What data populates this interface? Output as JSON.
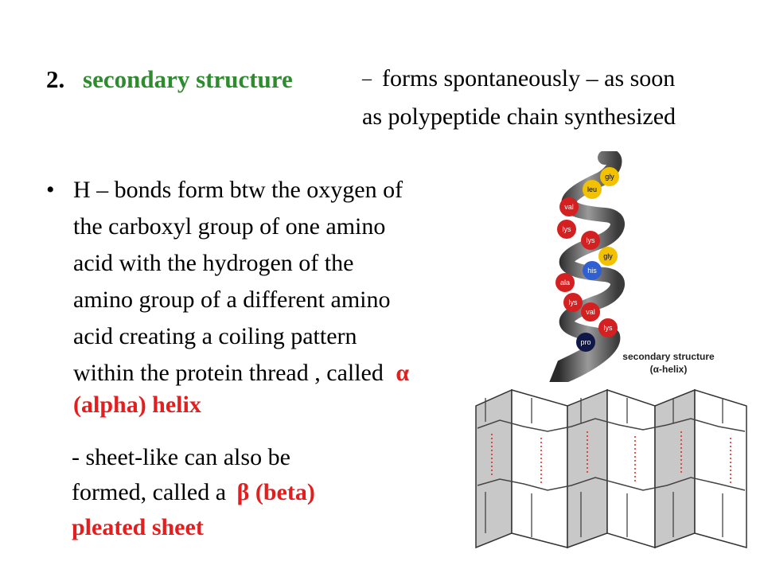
{
  "heading": {
    "number": "2.",
    "term": "secondary structure",
    "dash": "–",
    "desc_line1": "forms spontaneously – as soon",
    "desc_line2": "as polypeptide chain synthesized"
  },
  "bullet": {
    "symbol": "•",
    "lines": [
      "H – bonds form btw the oxygen of",
      "the carboxyl group of one amino",
      "acid with the hydrogen of the",
      "amino group of a different amino",
      "acid creating a coiling pattern",
      "within the protein thread , called"
    ],
    "alpha_symbol": "α",
    "alpha_name": "(alpha)  helix"
  },
  "sheet_text": {
    "line1": "- sheet-like  can also be",
    "line2_prefix": "formed, called a",
    "line2_red": "β (beta)",
    "line3": "pleated sheet"
  },
  "helix_figure": {
    "residues": [
      "gly",
      "leu",
      "val",
      "lys",
      "lys",
      "gly",
      "his",
      "ala",
      "lys",
      "val",
      "lys",
      "pro"
    ],
    "caption_line1": "secondary structure",
    "caption_line2": "(α-helix)"
  },
  "colors": {
    "term_green": "#2e8b2e",
    "highlight_red": "#e31e1e",
    "residue_red": "#d42020",
    "residue_yellow": "#f2c200",
    "residue_blue": "#2f5fd0",
    "residue_navy": "#101848"
  }
}
